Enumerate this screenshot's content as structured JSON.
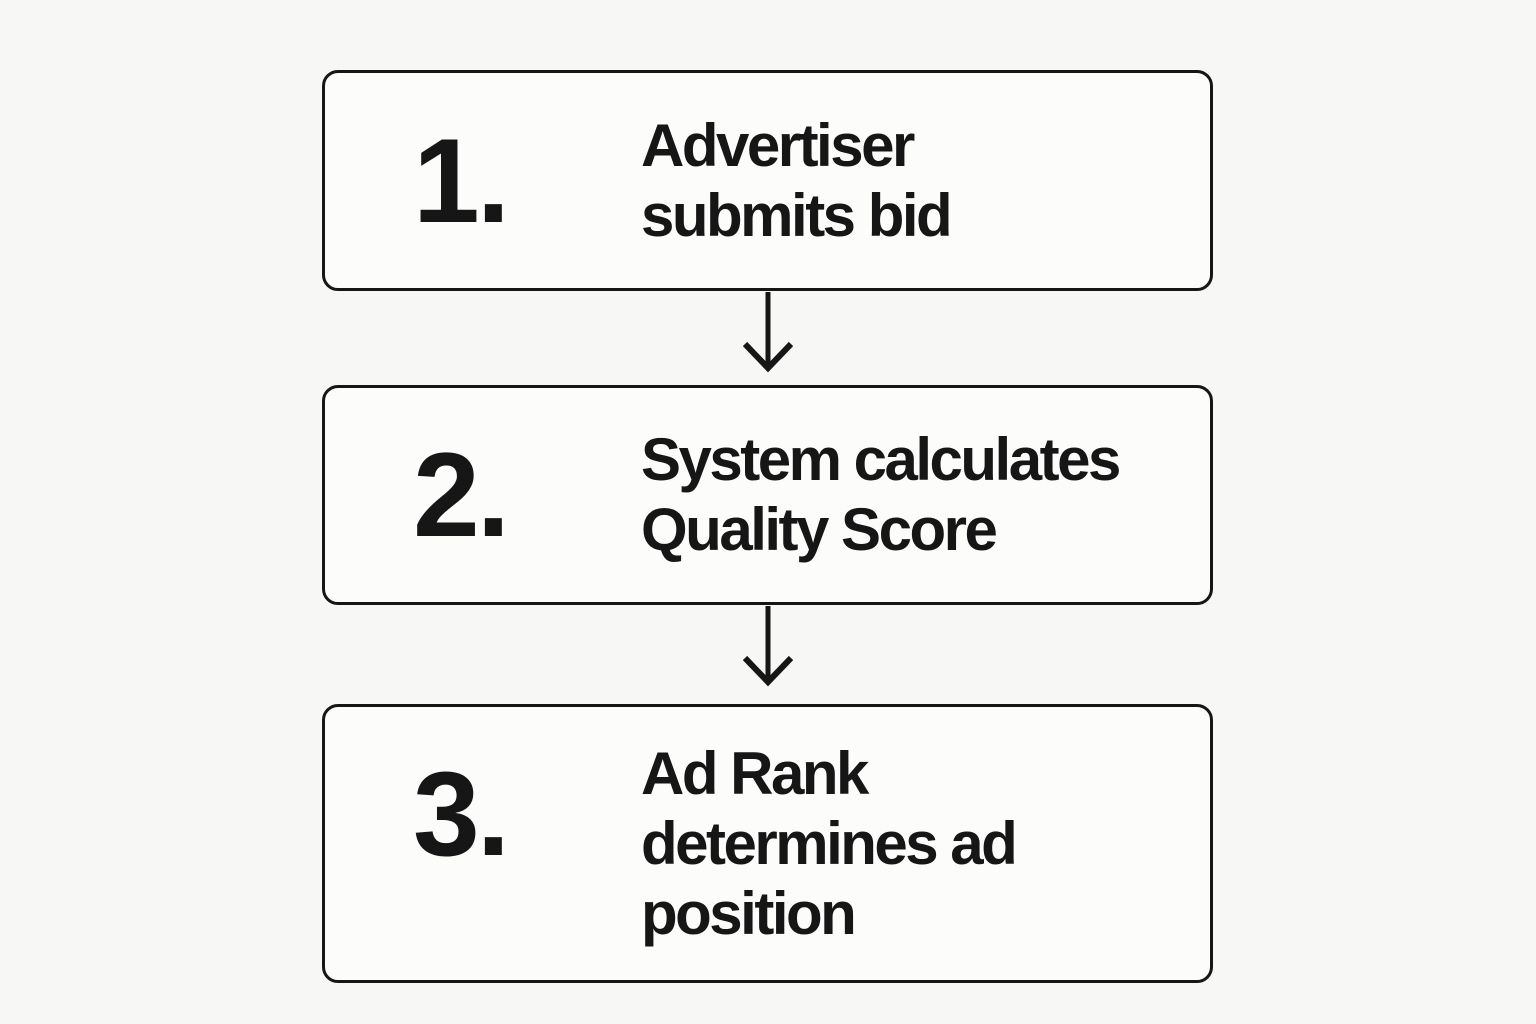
{
  "page": {
    "background_color": "#f7f7f5",
    "box_fill_color": "#fcfcfb",
    "line_color": "#161616",
    "text_color": "#161616"
  },
  "diagram": {
    "type": "flowchart",
    "direction": "vertical",
    "steps": [
      {
        "number": "1.",
        "lines": [
          "Advertiser",
          "submits bid"
        ]
      },
      {
        "number": "2.",
        "lines": [
          "System calculates",
          "Quality Score"
        ]
      },
      {
        "number": "3.",
        "lines": [
          "Ad Rank",
          "determines ad",
          "position"
        ]
      }
    ],
    "connectors": [
      {
        "icon": "arrow-down"
      },
      {
        "icon": "arrow-down"
      }
    ]
  }
}
